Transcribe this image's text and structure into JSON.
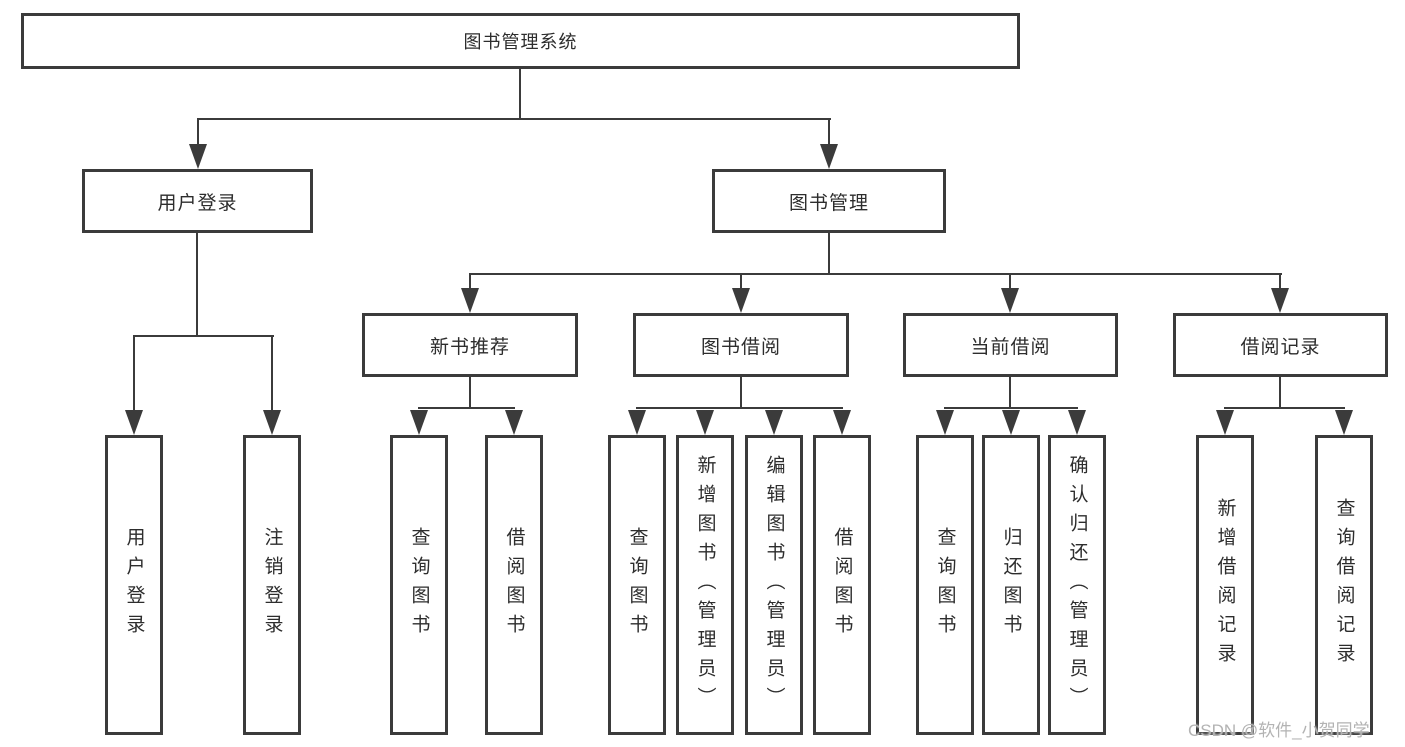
{
  "tree": {
    "root": "图书管理系统",
    "branches": [
      {
        "label": "用户登录",
        "children": [
          "用户登录",
          "注销登录"
        ]
      },
      {
        "label": "图书管理",
        "children": [
          {
            "label": "新书推荐",
            "children": [
              "查询图书",
              "借阅图书"
            ]
          },
          {
            "label": "图书借阅",
            "children": [
              "查询图书",
              "新增图书（管理员）",
              "编辑图书（管理员）",
              "借阅图书"
            ]
          },
          {
            "label": "当前借阅",
            "children": [
              "查询图书",
              "归还图书",
              "确认归还（管理员）"
            ]
          },
          {
            "label": "借阅记录",
            "children": [
              "新增借阅记录",
              "查询借阅记录"
            ]
          }
        ]
      }
    ]
  },
  "watermark": "CSDN @软件_小贺同学",
  "colors": {
    "line": "#3b3b3b",
    "text": "#2d2d2d",
    "background": "#ffffff",
    "watermark": "#b3b3b3"
  }
}
